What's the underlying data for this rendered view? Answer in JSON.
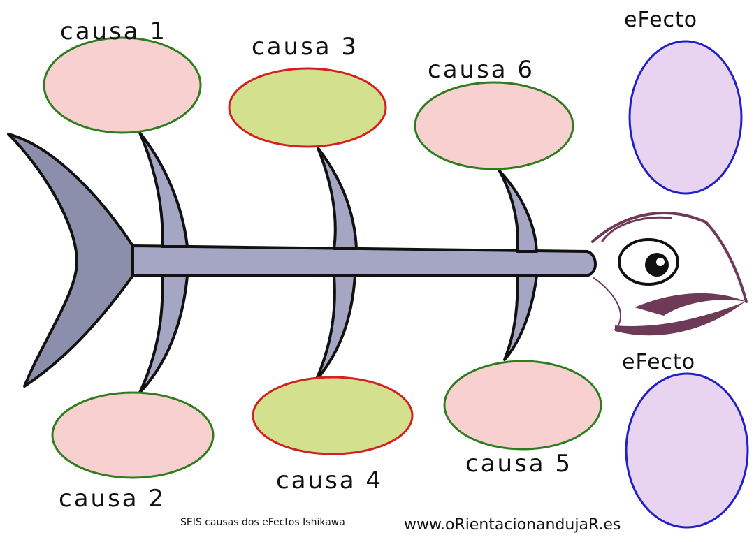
{
  "causes": {
    "c1": "causa 1",
    "c2": "causa 2",
    "c3": "causa 3",
    "c4": "causa 4",
    "c5": "causa 5",
    "c6": "causa 6"
  },
  "effects": {
    "e1": "eFecto",
    "e2": "eFecto"
  },
  "footer": {
    "caption": "SEIS causas dos eFectos Ishikawa",
    "url": "www.oRientacionandujaR.es"
  },
  "colors": {
    "pink_fill": "#f9d0d0",
    "green_outline": "#2e7d1f",
    "olive_fill": "#d3e08e",
    "red_outline": "#d42020",
    "lavender_fill": "#e8d4f0",
    "blue_outline": "#2020c8",
    "bone_fill": "#a4a6c4",
    "tail_fill": "#8c8fac",
    "head_line": "#6e3a58"
  }
}
